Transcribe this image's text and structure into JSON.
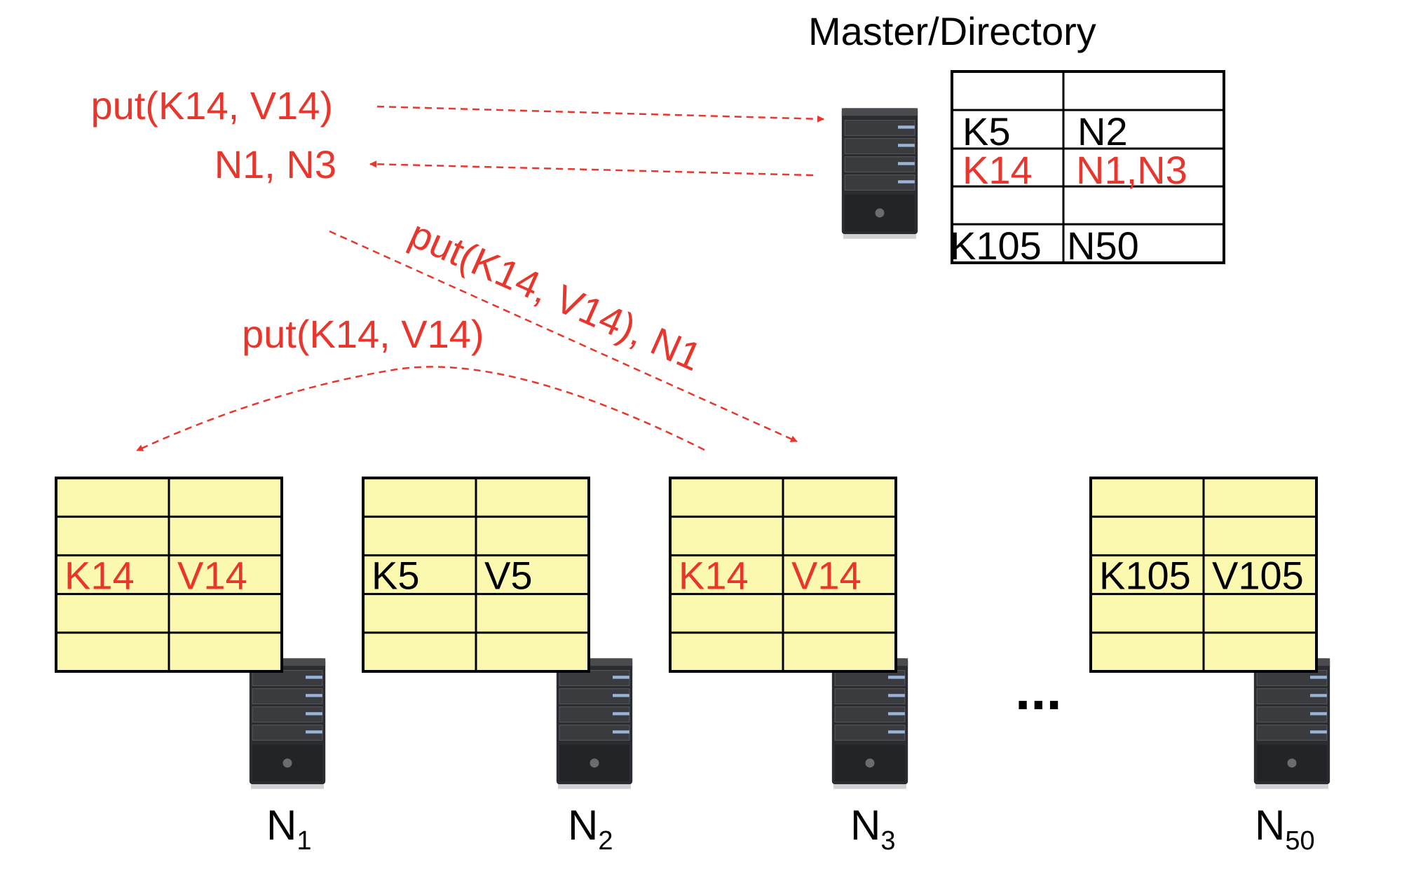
{
  "colors": {
    "accent_red": "#e8362d",
    "text_black": "#000000",
    "node_fill": "#fbf8b0",
    "table_stroke": "#000000",
    "server_dark": "#2b2c2f",
    "server_light": "#6d7ea0"
  },
  "master": {
    "title": "Master/Directory",
    "rows": [
      {
        "key": "",
        "node": "",
        "highlight": false
      },
      {
        "key": "K5",
        "node": "N2",
        "highlight": false
      },
      {
        "key": "K14",
        "node": "N1,N3",
        "highlight": true
      },
      {
        "key": "",
        "node": "",
        "highlight": false
      },
      {
        "key": "K105",
        "node": "N50",
        "highlight": false
      }
    ]
  },
  "messages": {
    "client_put": "put(K14, V14)",
    "master_reply": "N1, N3",
    "put_to_n3": "put(K14, V14), N1",
    "replicate_to_n1": "put(K14, V14)"
  },
  "nodes": [
    {
      "name": "N",
      "sub": "1",
      "key": "K14",
      "value": "V14",
      "highlight": true
    },
    {
      "name": "N",
      "sub": "2",
      "key": "K5",
      "value": "V5",
      "highlight": false
    },
    {
      "name": "N",
      "sub": "3",
      "key": "K14",
      "value": "V14",
      "highlight": true
    },
    {
      "name": "N",
      "sub": "50",
      "key": "K105",
      "value": "V105",
      "highlight": false
    }
  ],
  "ellipsis": "..."
}
